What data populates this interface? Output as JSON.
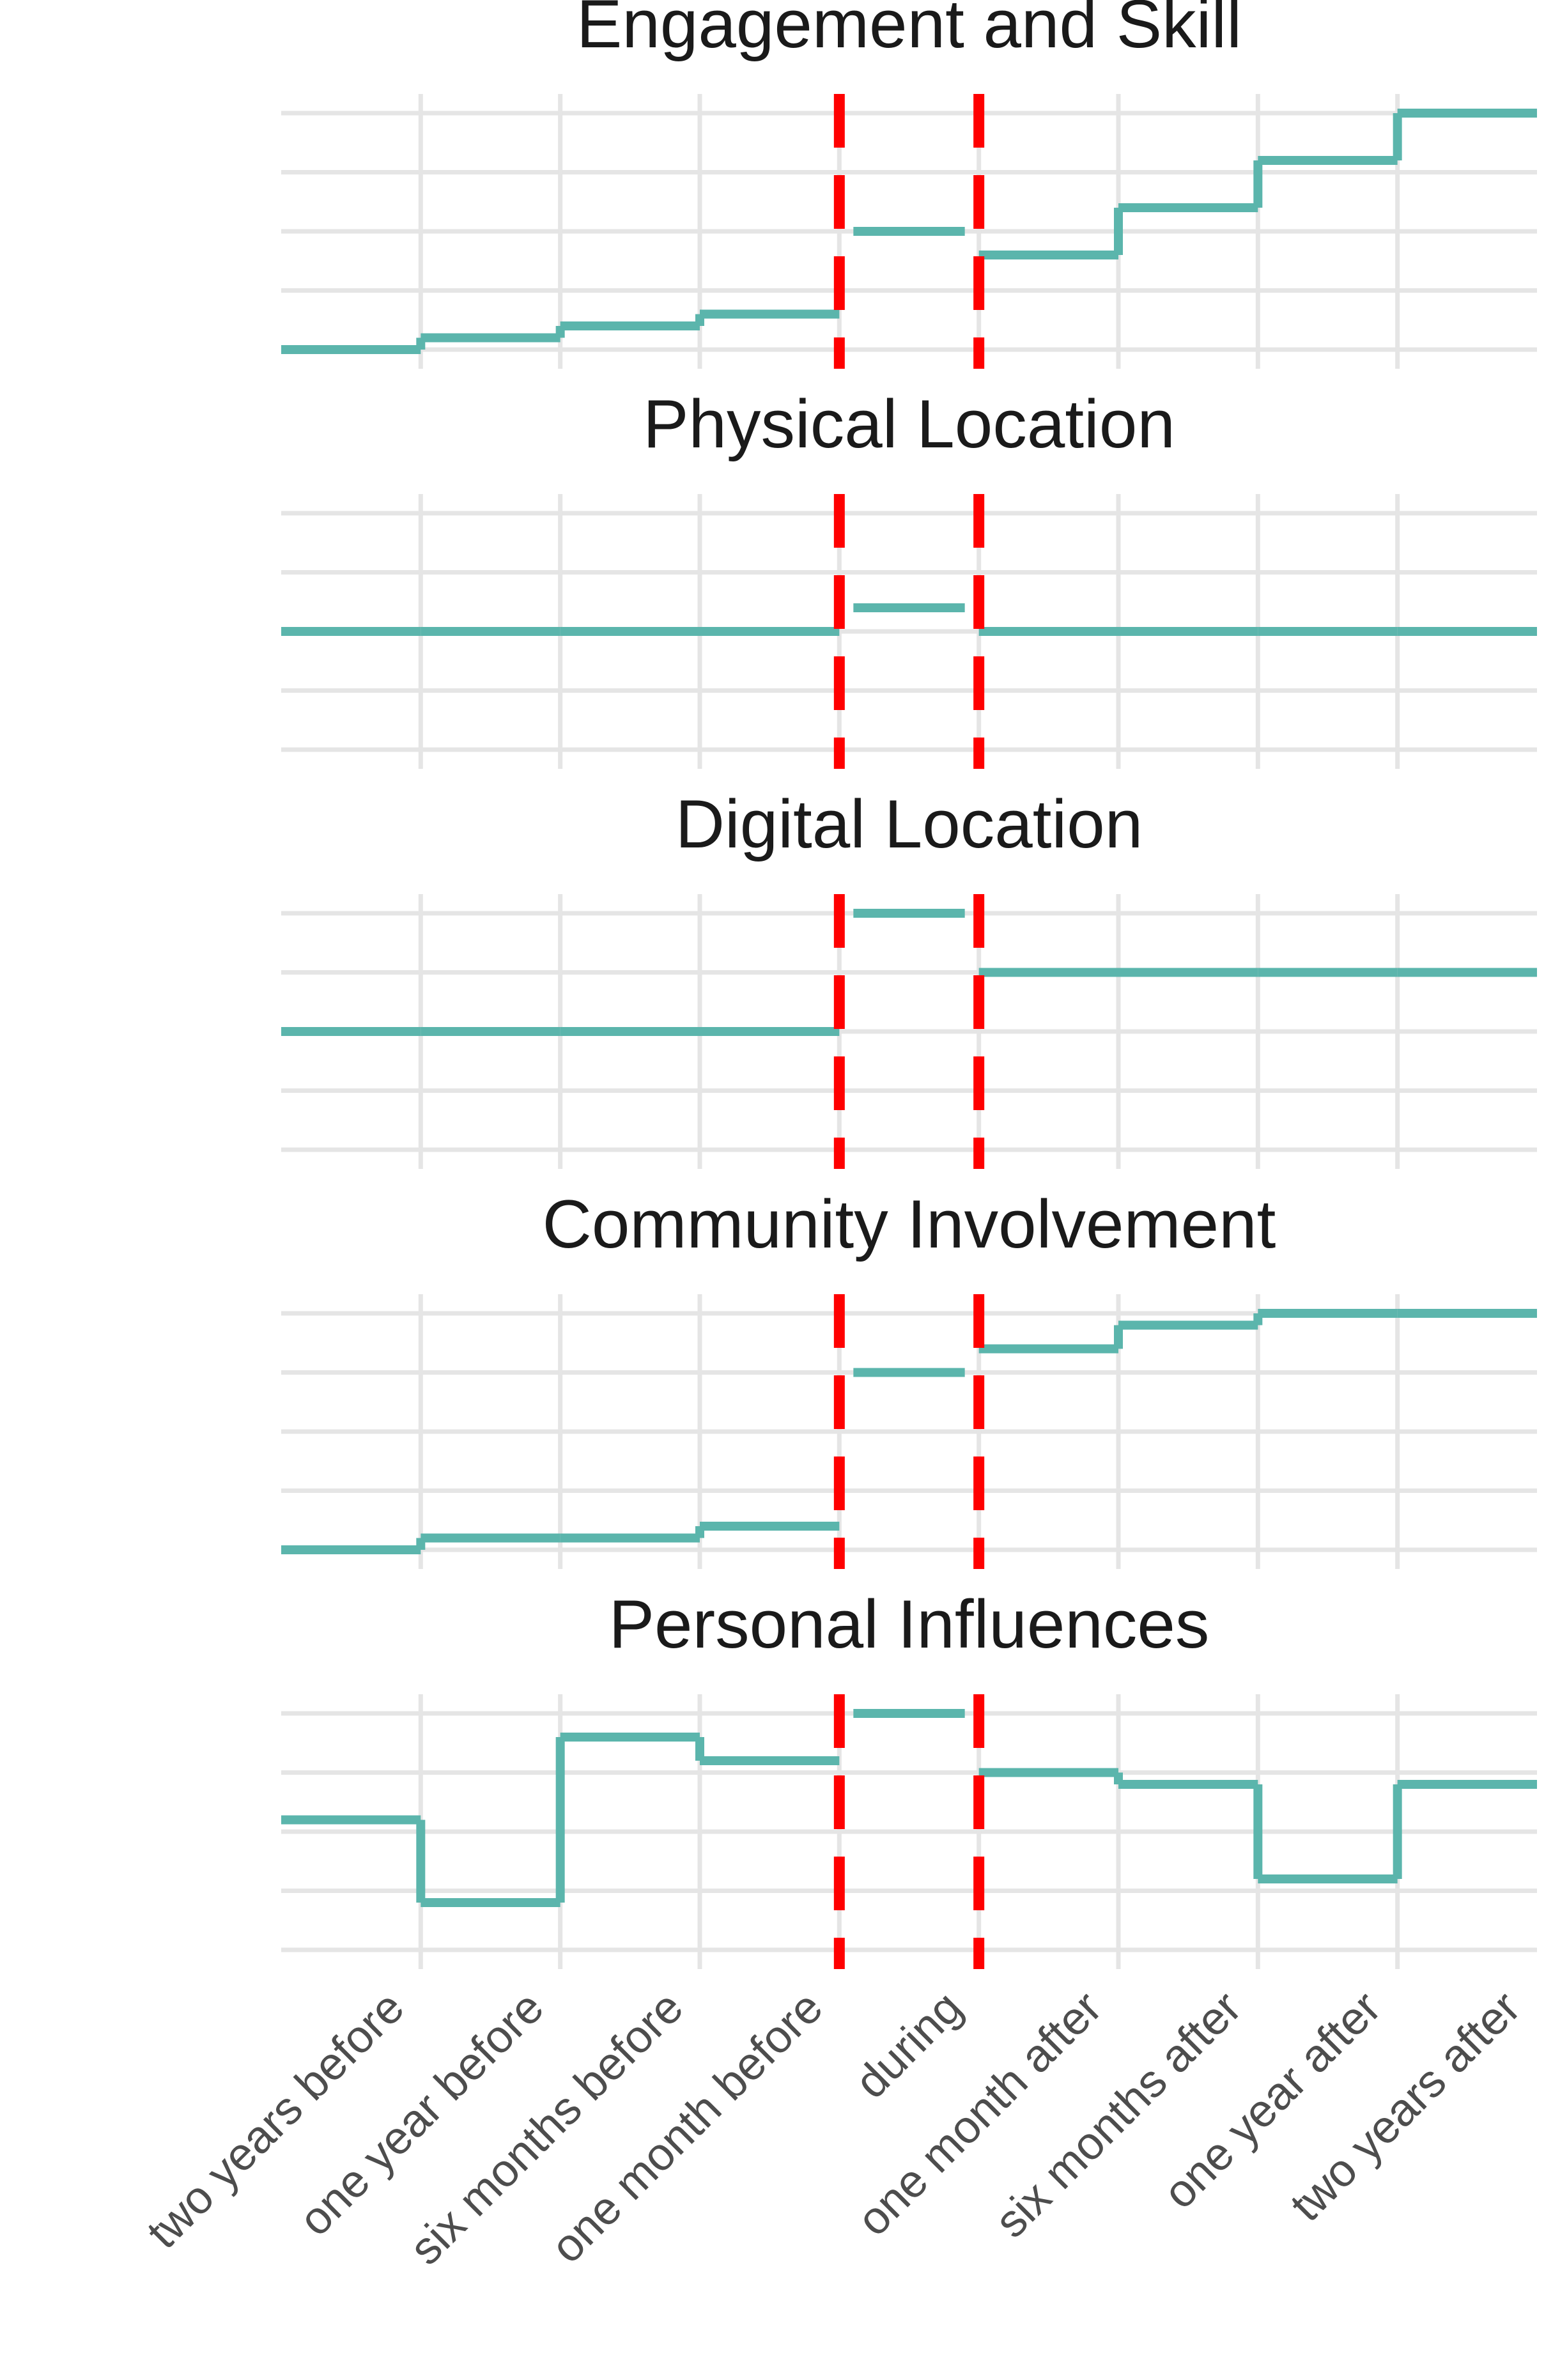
{
  "chart_data": {
    "type": "line",
    "step": true,
    "x": [
      "two years before",
      "one year before",
      "six months before",
      "one month before",
      "during",
      "one month after",
      "six months after",
      "one year after",
      "two years after"
    ],
    "grid": true,
    "y_ticks_shown": false,
    "line_color": "#5BB5AC",
    "marker_color": "#FF0000",
    "markers": [
      "during",
      "one month after"
    ],
    "panels": [
      {
        "title": "Engagement and Skill",
        "ylim": [
          1,
          5
        ],
        "values": [
          1.0,
          1.2,
          1.4,
          1.6,
          3.0,
          2.6,
          3.4,
          4.2,
          5.0
        ]
      },
      {
        "title": "Physical Location",
        "ylim": [
          1,
          5
        ],
        "values": [
          3.0,
          3.0,
          3.0,
          3.0,
          3.4,
          3.0,
          3.0,
          3.0,
          3.0
        ]
      },
      {
        "title": "Digital Location",
        "ylim": [
          1,
          5
        ],
        "values": [
          3.0,
          3.0,
          3.0,
          3.0,
          5.0,
          4.0,
          4.0,
          4.0,
          4.0
        ]
      },
      {
        "title": "Community Involvement",
        "ylim": [
          1,
          5
        ],
        "values": [
          1.0,
          1.2,
          1.2,
          1.4,
          4.0,
          4.4,
          4.8,
          5.0,
          5.0
        ]
      },
      {
        "title": "Personal Influences",
        "ylim": [
          1,
          5
        ],
        "values": [
          3.2,
          1.8,
          4.6,
          4.2,
          5.0,
          4.0,
          3.8,
          2.2,
          3.8
        ]
      }
    ]
  }
}
